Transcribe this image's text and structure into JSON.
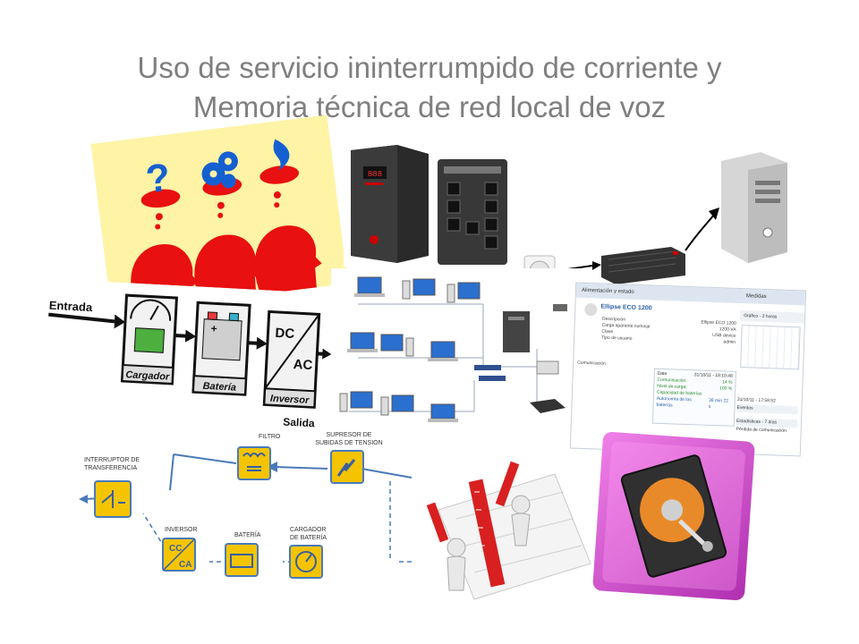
{
  "slide": {
    "title_line1": "Uso de servicio ininterrumpido de corriente y",
    "title_line2": "Memoria técnica de red local de voz"
  },
  "ups_diagram": {
    "input_label": "Entrada",
    "output_label": "Salida",
    "charger_label": "Cargador",
    "battery_label": "Batería",
    "inverter_label": "Inversor",
    "dc_label": "DC",
    "ac_label": "AC"
  },
  "mirrored_diagram": {
    "filter_label": "FILTRO",
    "surge_label_1": "SUPRESOR DE",
    "surge_label_2": "SUBIDAS DE TENSION",
    "switch_label_1": "INTERRUPTOR DE",
    "switch_label_2": "TRANSFERENCIA",
    "inverter_label": "INVERSOR",
    "battery_label": "BATERÍA",
    "charger_label_1": "CARGADOR",
    "charger_label_2": "DE BATERÍA",
    "cc_label": "CC",
    "ca_label": "CA"
  },
  "software": {
    "section_header": "Alimentación y estado",
    "device_name": "Ellipse ECO 1200",
    "rows": [
      {
        "k": "Descripción",
        "v": "Ellipse ECO 1200"
      },
      {
        "k": "Carga aparente nominal",
        "v": "1200 VA"
      },
      {
        "k": "Clase",
        "v": "USB device"
      },
      {
        "k": "Tipo de usuario",
        "v": "admin"
      }
    ],
    "comm_label": "Comunicación",
    "measures_header": "Medidas",
    "graph_header": "Gráfico - 2 horas",
    "date_label": "Date",
    "date_value": "31/10/11 - 18:10:48",
    "status_rows": [
      {
        "k": "Comunicación:",
        "v": "14 %"
      },
      {
        "k": "Nivel de carga:",
        "v": "100 %"
      },
      {
        "k": "Capacidad de baterías",
        "v": ""
      },
      {
        "k": "Autonomía de las baterías",
        "v": "38 min 22 s"
      }
    ],
    "date_value_2": "31/10/11 - 17:59:52",
    "events_label": "Eventos",
    "stats_label": "Estadísticas - 7 días",
    "comm_loss": "Pérdida de comunicación"
  },
  "colors": {
    "title": "#7f7f7f",
    "yellow": "#f5c400",
    "blue_line": "#4a7ab8",
    "head_red": "#e81010",
    "banner_yellow": "#fff0a0",
    "magenta_frame": "#e64bd8"
  }
}
